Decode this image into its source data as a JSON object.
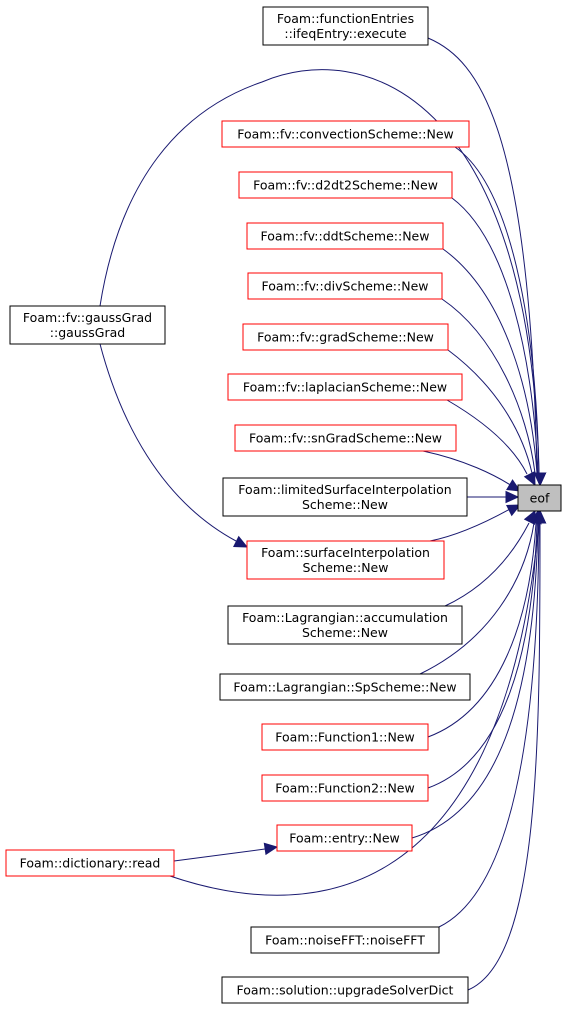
{
  "colors": {
    "edge": "#191970",
    "node_border_black": "#000000",
    "node_border_red": "#ff0000",
    "node_fill": "#ffffff",
    "target_fill": "#bfbfbf"
  },
  "nodes": [
    {
      "id": "eof",
      "lines": [
        "eof"
      ],
      "border": "black",
      "target": true
    },
    {
      "id": "ifeqEntry",
      "lines": [
        "Foam::functionEntries",
        "::ifeqEntry::execute"
      ],
      "border": "black"
    },
    {
      "id": "convectionScheme",
      "lines": [
        "Foam::fv::convectionScheme::New"
      ],
      "border": "red"
    },
    {
      "id": "d2dt2Scheme",
      "lines": [
        "Foam::fv::d2dt2Scheme::New"
      ],
      "border": "red"
    },
    {
      "id": "ddtScheme",
      "lines": [
        "Foam::fv::ddtScheme::New"
      ],
      "border": "red"
    },
    {
      "id": "divScheme",
      "lines": [
        "Foam::fv::divScheme::New"
      ],
      "border": "red"
    },
    {
      "id": "gradScheme",
      "lines": [
        "Foam::fv::gradScheme::New"
      ],
      "border": "red"
    },
    {
      "id": "laplacianScheme",
      "lines": [
        "Foam::fv::laplacianScheme::New"
      ],
      "border": "red"
    },
    {
      "id": "snGradScheme",
      "lines": [
        "Foam::fv::snGradScheme::New"
      ],
      "border": "red"
    },
    {
      "id": "limitedSurface",
      "lines": [
        "Foam::limitedSurfaceInterpolation",
        "Scheme::New"
      ],
      "border": "black"
    },
    {
      "id": "surfaceInterp",
      "lines": [
        "Foam::surfaceInterpolation",
        "Scheme::New"
      ],
      "border": "red"
    },
    {
      "id": "accumulation",
      "lines": [
        "Foam::Lagrangian::accumulation",
        "Scheme::New"
      ],
      "border": "black"
    },
    {
      "id": "spScheme",
      "lines": [
        "Foam::Lagrangian::SpScheme::New"
      ],
      "border": "black"
    },
    {
      "id": "function1",
      "lines": [
        "Foam::Function1::New"
      ],
      "border": "red"
    },
    {
      "id": "function2",
      "lines": [
        "Foam::Function2::New"
      ],
      "border": "red"
    },
    {
      "id": "entryNew",
      "lines": [
        "Foam::entry::New"
      ],
      "border": "red"
    },
    {
      "id": "noiseFFT",
      "lines": [
        "Foam::noiseFFT::noiseFFT"
      ],
      "border": "black"
    },
    {
      "id": "upgradeSolver",
      "lines": [
        "Foam::solution::upgradeSolverDict"
      ],
      "border": "black"
    },
    {
      "id": "gaussGrad",
      "lines": [
        "Foam::fv::gaussGrad",
        "::gaussGrad"
      ],
      "border": "black"
    },
    {
      "id": "dictRead",
      "lines": [
        "Foam::dictionary::read"
      ],
      "border": "red"
    }
  ],
  "edges": [
    {
      "from": "ifeqEntry",
      "to": "eof"
    },
    {
      "from": "gaussGrad",
      "to": "eof"
    },
    {
      "from": "convectionScheme",
      "to": "eof"
    },
    {
      "from": "d2dt2Scheme",
      "to": "eof"
    },
    {
      "from": "ddtScheme",
      "to": "eof"
    },
    {
      "from": "divScheme",
      "to": "eof"
    },
    {
      "from": "gradScheme",
      "to": "eof"
    },
    {
      "from": "laplacianScheme",
      "to": "eof"
    },
    {
      "from": "snGradScheme",
      "to": "eof"
    },
    {
      "from": "limitedSurface",
      "to": "eof"
    },
    {
      "from": "surfaceInterp",
      "to": "eof"
    },
    {
      "from": "accumulation",
      "to": "eof"
    },
    {
      "from": "spScheme",
      "to": "eof"
    },
    {
      "from": "function1",
      "to": "eof"
    },
    {
      "from": "function2",
      "to": "eof"
    },
    {
      "from": "entryNew",
      "to": "eof"
    },
    {
      "from": "dictRead",
      "to": "eof"
    },
    {
      "from": "noiseFFT",
      "to": "eof"
    },
    {
      "from": "upgradeSolver",
      "to": "eof"
    },
    {
      "from": "gaussGrad",
      "to": "surfaceInterp"
    },
    {
      "from": "dictRead",
      "to": "entryNew"
    }
  ]
}
